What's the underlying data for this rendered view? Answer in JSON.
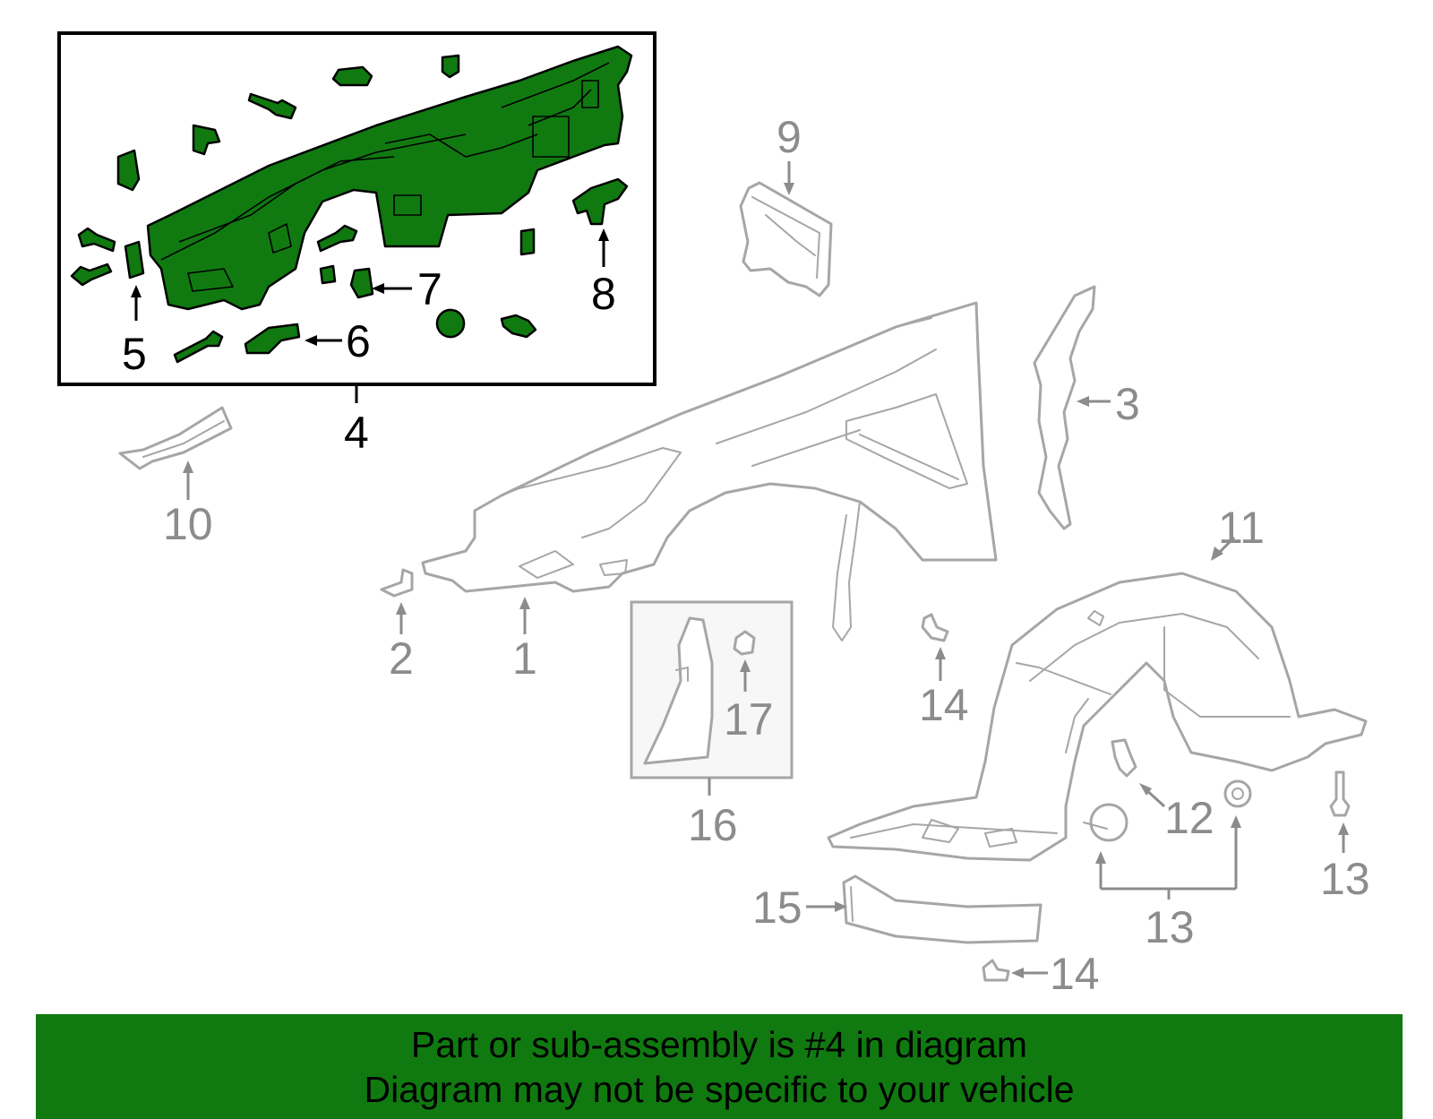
{
  "callouts": {
    "c1": "1",
    "c2": "2",
    "c3": "3",
    "c4": "4",
    "c5": "5",
    "c6": "6",
    "c7": "7",
    "c8": "8",
    "c9": "9",
    "c10": "10",
    "c11": "11",
    "c12": "12",
    "c13a": "13",
    "c13b": "13",
    "c14a": "14",
    "c14b": "14",
    "c15": "15",
    "c16": "16",
    "c17": "17"
  },
  "highlight_color": "#107a10",
  "footer": {
    "line1": "Part or sub-assembly is #4 in diagram",
    "line2": "Diagram may not be specific to your vehicle"
  }
}
